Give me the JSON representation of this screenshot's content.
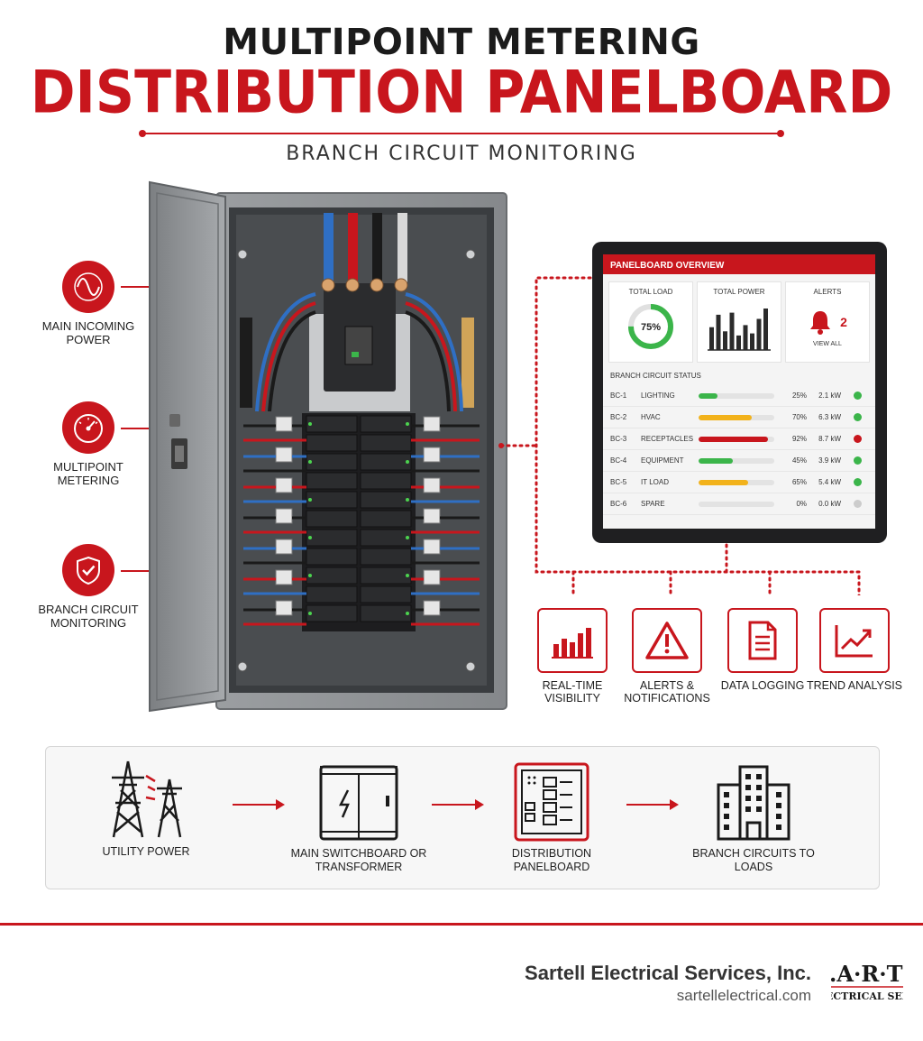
{
  "header": {
    "title_line1": "MULTIPOINT METERING",
    "title_line2": "DISTRIBUTION PANELBOARD",
    "subtitle": "BRANCH CIRCUIT MONITORING"
  },
  "callouts": [
    {
      "label": "MAIN INCOMING POWER",
      "icon": "sine-wave-icon"
    },
    {
      "label": "MULTIPOINT METERING",
      "icon": "gauge-icon"
    },
    {
      "label": "BRANCH CIRCUIT MONITORING",
      "icon": "shield-check-icon"
    }
  ],
  "dashboard": {
    "header": "PANELBOARD OVERVIEW",
    "total_load_label": "TOTAL LOAD",
    "total_load_value": "75%",
    "total_load_fraction": 0.75,
    "total_power_label": "TOTAL POWER",
    "total_power_bars": [
      0.55,
      0.85,
      0.45,
      0.9,
      0.35,
      0.6,
      0.4,
      0.75,
      1.0
    ],
    "alerts_label": "ALERTS",
    "alerts_count": "2",
    "view_all": "VIEW ALL",
    "branch_title": "BRANCH CIRCUIT STATUS",
    "branches": [
      {
        "id": "BC-1",
        "name": "LIGHTING",
        "pct": "25%",
        "level": 0.25,
        "kw": "2.1 kW",
        "bar_color": "#3bb54a",
        "status_color": "#3bb54a"
      },
      {
        "id": "BC-2",
        "name": "HVAC",
        "pct": "70%",
        "level": 0.7,
        "kw": "6.3 kW",
        "bar_color": "#f2b21b",
        "status_color": "#3bb54a"
      },
      {
        "id": "BC-3",
        "name": "RECEPTACLES",
        "pct": "92%",
        "level": 0.92,
        "kw": "8.7 kW",
        "bar_color": "#c8161d",
        "status_color": "#c8161d"
      },
      {
        "id": "BC-4",
        "name": "EQUIPMENT",
        "pct": "45%",
        "level": 0.45,
        "kw": "3.9 kW",
        "bar_color": "#3bb54a",
        "status_color": "#3bb54a"
      },
      {
        "id": "BC-5",
        "name": "IT LOAD",
        "pct": "65%",
        "level": 0.65,
        "kw": "5.4 kW",
        "bar_color": "#f2b21b",
        "status_color": "#3bb54a"
      },
      {
        "id": "BC-6",
        "name": "SPARE",
        "pct": "0%",
        "level": 0.0,
        "kw": "0.0 kW",
        "bar_color": "#cccccc",
        "status_color": "#cccccc"
      }
    ]
  },
  "features": [
    {
      "label": "REAL-TIME VISIBILITY",
      "icon": "bar-chart-icon"
    },
    {
      "label": "ALERTS & NOTIFICATIONS",
      "icon": "warning-icon"
    },
    {
      "label": "DATA LOGGING",
      "icon": "document-icon"
    },
    {
      "label": "TREND ANALYSIS",
      "icon": "trend-chart-icon"
    }
  ],
  "flow": [
    {
      "label": "UTILITY POWER",
      "icon": "transmission-tower-icon"
    },
    {
      "label": "MAIN SWITCHBOARD OR TRANSFORMER",
      "icon": "switchboard-icon"
    },
    {
      "label": "DISTRIBUTION PANELBOARD",
      "icon": "panelboard-icon"
    },
    {
      "label": "BRANCH CIRCUITS TO LOADS",
      "icon": "building-icon"
    }
  ],
  "footer": {
    "company": "Sartell Electrical Services, Inc.",
    "url": "sartellelectrical.com",
    "logo_text": "S·A·R·T·E·L·L ELECTRICAL SERVICES"
  },
  "colors": {
    "accent": "#c8161d",
    "ok": "#3bb54a",
    "warn": "#f2b21b",
    "panel": "#8d9093"
  }
}
